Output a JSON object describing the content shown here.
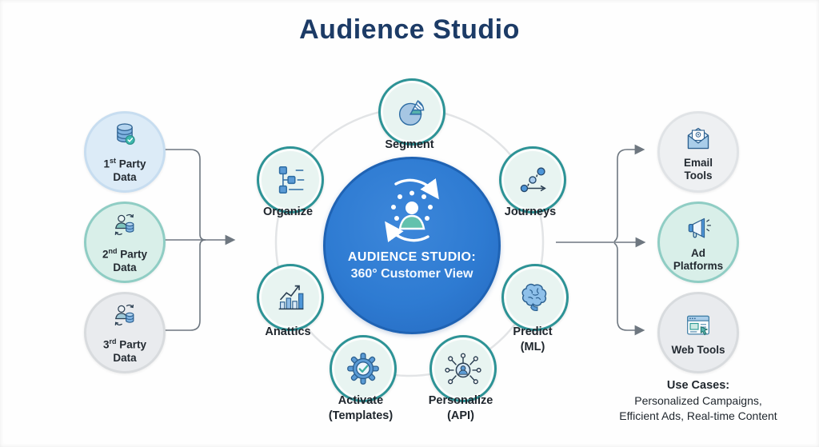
{
  "title": "Audience Studio",
  "center": {
    "line1": "AUDIENCE STUDIO:",
    "line2": "360° Customer View"
  },
  "ring_nodes": {
    "segment": {
      "label": "Segment",
      "sublabel": ""
    },
    "organize": {
      "label": "Organize",
      "sublabel": ""
    },
    "journeys": {
      "label": "Journeys",
      "sublabel": ""
    },
    "anattics": {
      "label": "Anattics",
      "sublabel": ""
    },
    "predict": {
      "label": "Predict",
      "sublabel": "(ML)"
    },
    "activate": {
      "label": "Activate",
      "sublabel": "(Templates)"
    },
    "personalize": {
      "label": "Personalize",
      "sublabel": "(API)"
    }
  },
  "left_sources": [
    {
      "ordinal": "1",
      "suffix": "st",
      "rest": " Party",
      "line2": "Data"
    },
    {
      "ordinal": "2",
      "suffix": "nd",
      "rest": " Party",
      "line2": "Data"
    },
    {
      "ordinal": "3",
      "suffix": "rd",
      "rest": " Party",
      "line2": "Data"
    }
  ],
  "right_destinations": [
    {
      "line1": "Email",
      "line2": "Tools"
    },
    {
      "line1": "Ad",
      "line2": "Platforms"
    },
    {
      "line1": "Web Tools",
      "line2": ""
    }
  ],
  "use_cases": {
    "heading": "Use Cases:",
    "line1": "Personalized Campaigns,",
    "line2": "Efficient Ads, Real-time Content"
  },
  "colors": {
    "title_navy": "#1c3b66",
    "center_blue": "#2e7bd2",
    "center_border": "#1f63b4",
    "node_teal_border": "#2d9396",
    "node_fill": "#e8f4f1",
    "connector_gray": "#6e7780",
    "ring_gray": "#e2e4e6",
    "icon_blue": "#5b9bd5",
    "icon_teal": "#57b1ac"
  }
}
